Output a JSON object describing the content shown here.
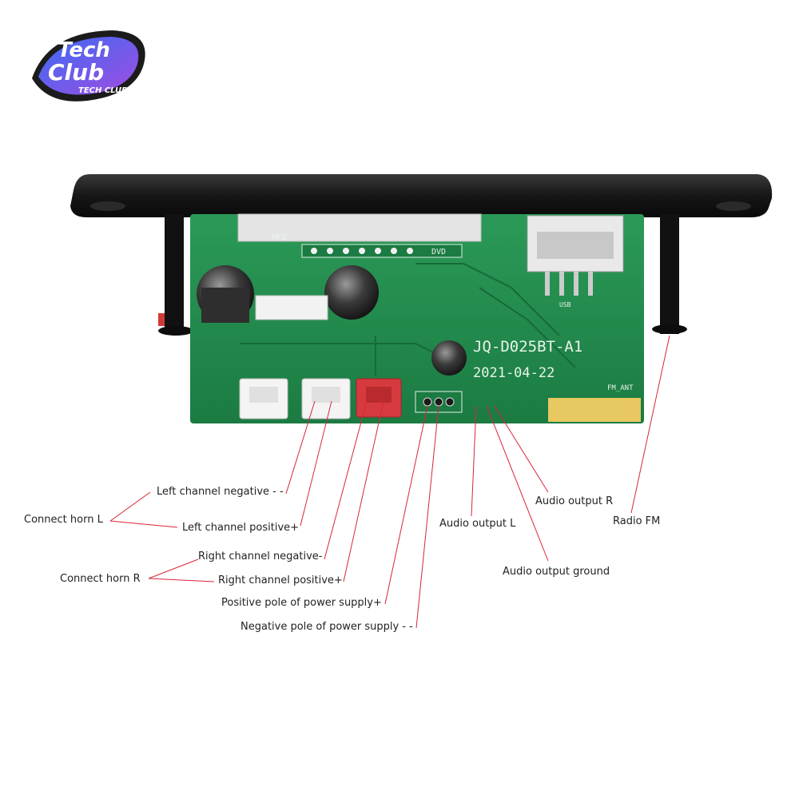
{
  "brand": {
    "logo_text_top": "Tech",
    "logo_text_mid": "Club",
    "logo_text_sub": "TECH CLUB"
  },
  "board": {
    "model": "JQ-D025BT-A1",
    "date": "2021-04-22",
    "fm_ant_silk": "FM_ANT",
    "mp3_silk": "MP3",
    "dvd_silk": "DVD",
    "usb_silk": "USB"
  },
  "labels": {
    "connect_horn_l": "Connect horn L",
    "left_channel_negative": "Left channel negative - -",
    "left_channel_positive": "Left channel positive+",
    "connect_horn_r": "Connect horn R",
    "right_channel_negative": "Right channel negative-",
    "right_channel_positive": "Right channel positive+",
    "positive_pole_power": "Positive pole of power supply+",
    "negative_pole_power": "Negative pole of power supply - -",
    "audio_output_l": "Audio output L",
    "audio_output_r": "Audio output R",
    "audio_output_ground": "Audio output ground",
    "radio_fm": "Radio FM"
  },
  "colors": {
    "pcb_green": "#1f8a4a",
    "leader_red": "#d9243a",
    "connector_red": "#d63a3f",
    "logo_purple": "#6a3cf0"
  }
}
